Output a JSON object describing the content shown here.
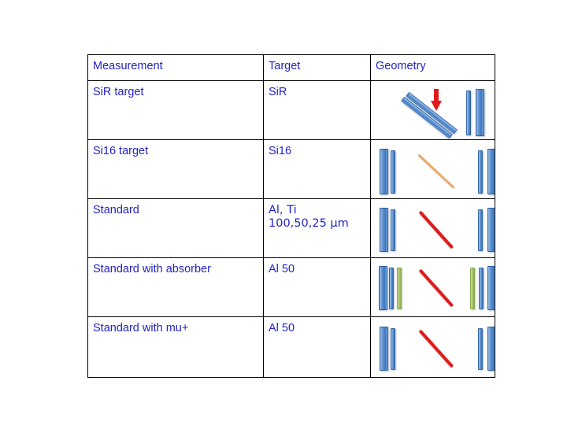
{
  "slide": {
    "background_color": "#ffffff",
    "text_color": "#2222CC",
    "border_color": "#000000"
  },
  "table": {
    "headers": {
      "measurement": "Measurement",
      "target": "Target",
      "geometry": "Geometry"
    },
    "rows": [
      {
        "measurement": "SiR target",
        "target": "SiR",
        "geometry": {
          "description": "two parallel blue diagonal slabs with red downward beam arrow, detector bar pair at right",
          "left_bars": [],
          "right_bars": [
            "thin-blue",
            "thick-blue"
          ],
          "center": "blue-double-slab",
          "arrow": "red-down-arrow"
        }
      },
      {
        "measurement": "Si16 target",
        "target": "Si16",
        "geometry": {
          "description": "detector bar pairs both sides, orange diagonal target in center",
          "left_bars": [
            "thick-blue",
            "thin-blue"
          ],
          "right_bars": [
            "thin-blue",
            "thick-blue"
          ],
          "center": "orange-diagonal",
          "arrow": ""
        }
      },
      {
        "measurement": "Standard",
        "target": "Al, Ti\n100,50,25 μm",
        "geometry": {
          "description": "detector bar pairs both sides, red diagonal target in center",
          "left_bars": [
            "thick-blue",
            "thin-blue"
          ],
          "right_bars": [
            "thin-blue",
            "thick-blue"
          ],
          "center": "red-diagonal",
          "arrow": ""
        }
      },
      {
        "measurement": "Standard with absorber",
        "target": "Al 50",
        "geometry": {
          "description": "three bars each side including green absorber, red diagonal target in center",
          "left_bars": [
            "thick-blue",
            "thin-blue",
            "thin-green"
          ],
          "right_bars": [
            "thin-green",
            "thin-blue",
            "thick-blue"
          ],
          "center": "red-diagonal",
          "arrow": ""
        }
      },
      {
        "measurement": "Standard with mu+",
        "target": "Al 50",
        "geometry": {
          "description": "detector bar pairs both sides, red diagonal target in center",
          "left_bars": [
            "thick-blue",
            "thin-blue"
          ],
          "right_bars": [
            "thin-blue",
            "thick-blue"
          ],
          "center": "red-diagonal",
          "arrow": ""
        }
      }
    ]
  }
}
